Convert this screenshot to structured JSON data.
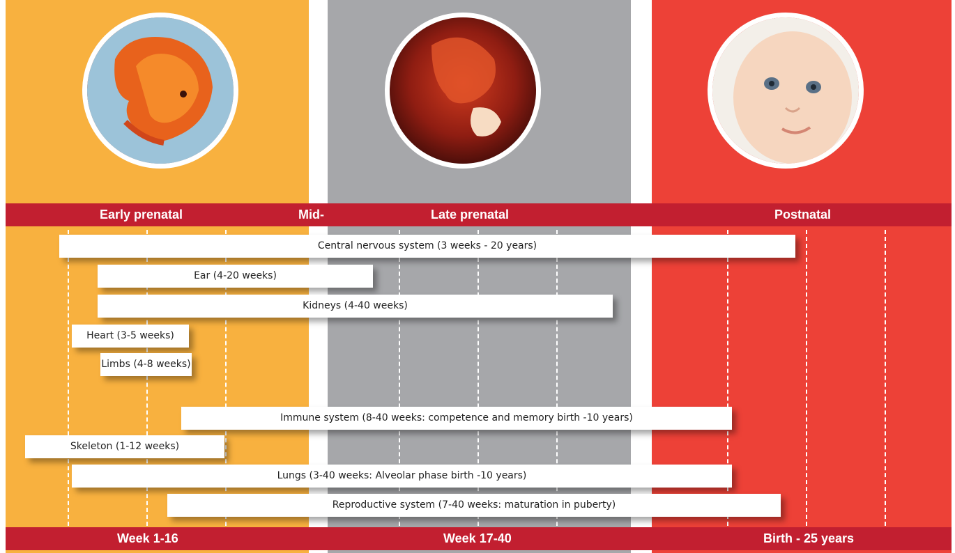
{
  "stages": {
    "early": "Early prenatal",
    "mid": "Mid-",
    "late": "Late prenatal",
    "postnatal": "Postnatal"
  },
  "periods": {
    "early": "Week 1-16",
    "late": "Week 17-40",
    "postnatal": "Birth - 25 years"
  },
  "systems": [
    "Central nervous system (3 weeks - 20 years)",
    "Ear (4-20 weeks)",
    "Kidneys (4-40 weeks)",
    "Heart (3-5 weeks)",
    "Limbs (4-8 weeks)",
    "Immune system (8-40 weeks: competence and memory birth -10 years)",
    "Skeleton (1-12 weeks)",
    "Lungs (3-40 weeks: Alveolar phase birth -10 years)",
    "Reproductive system (7-40 weeks: maturation in puberty)"
  ],
  "colors": {
    "early": "#f8b13f",
    "late": "#a6a7aa",
    "postnatal": "#ed4137",
    "bar": "#c21f30"
  },
  "images": [
    "embryo-photo",
    "fetus-photo",
    "baby-photo"
  ]
}
